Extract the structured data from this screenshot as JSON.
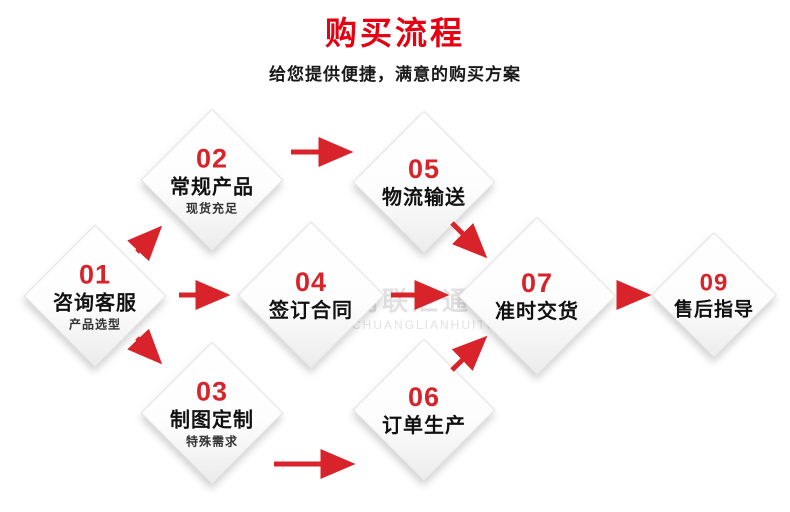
{
  "header": {
    "title": "购买流程",
    "subtitle": "给您提供便捷，满意的购买方案"
  },
  "watermark": {
    "line1": "创联汇通",
    "line2": "CHUANGLIANHUITONG"
  },
  "colors": {
    "title_red": "#e60012",
    "arrow_red": "#d8232a",
    "diamond_border": "#e2e2e2"
  },
  "nodes": [
    {
      "num": "01",
      "label": "咨询客服",
      "sub": "产品选型"
    },
    {
      "num": "02",
      "label": "常规产品",
      "sub": "现货充足"
    },
    {
      "num": "03",
      "label": "制图定制",
      "sub": "特殊需求"
    },
    {
      "num": "04",
      "label": "签订合同"
    },
    {
      "num": "05",
      "label": "物流输送"
    },
    {
      "num": "06",
      "label": "订单生产"
    },
    {
      "num": "07",
      "label": "准时交货"
    },
    {
      "num": "09",
      "label": "售后指导"
    }
  ]
}
